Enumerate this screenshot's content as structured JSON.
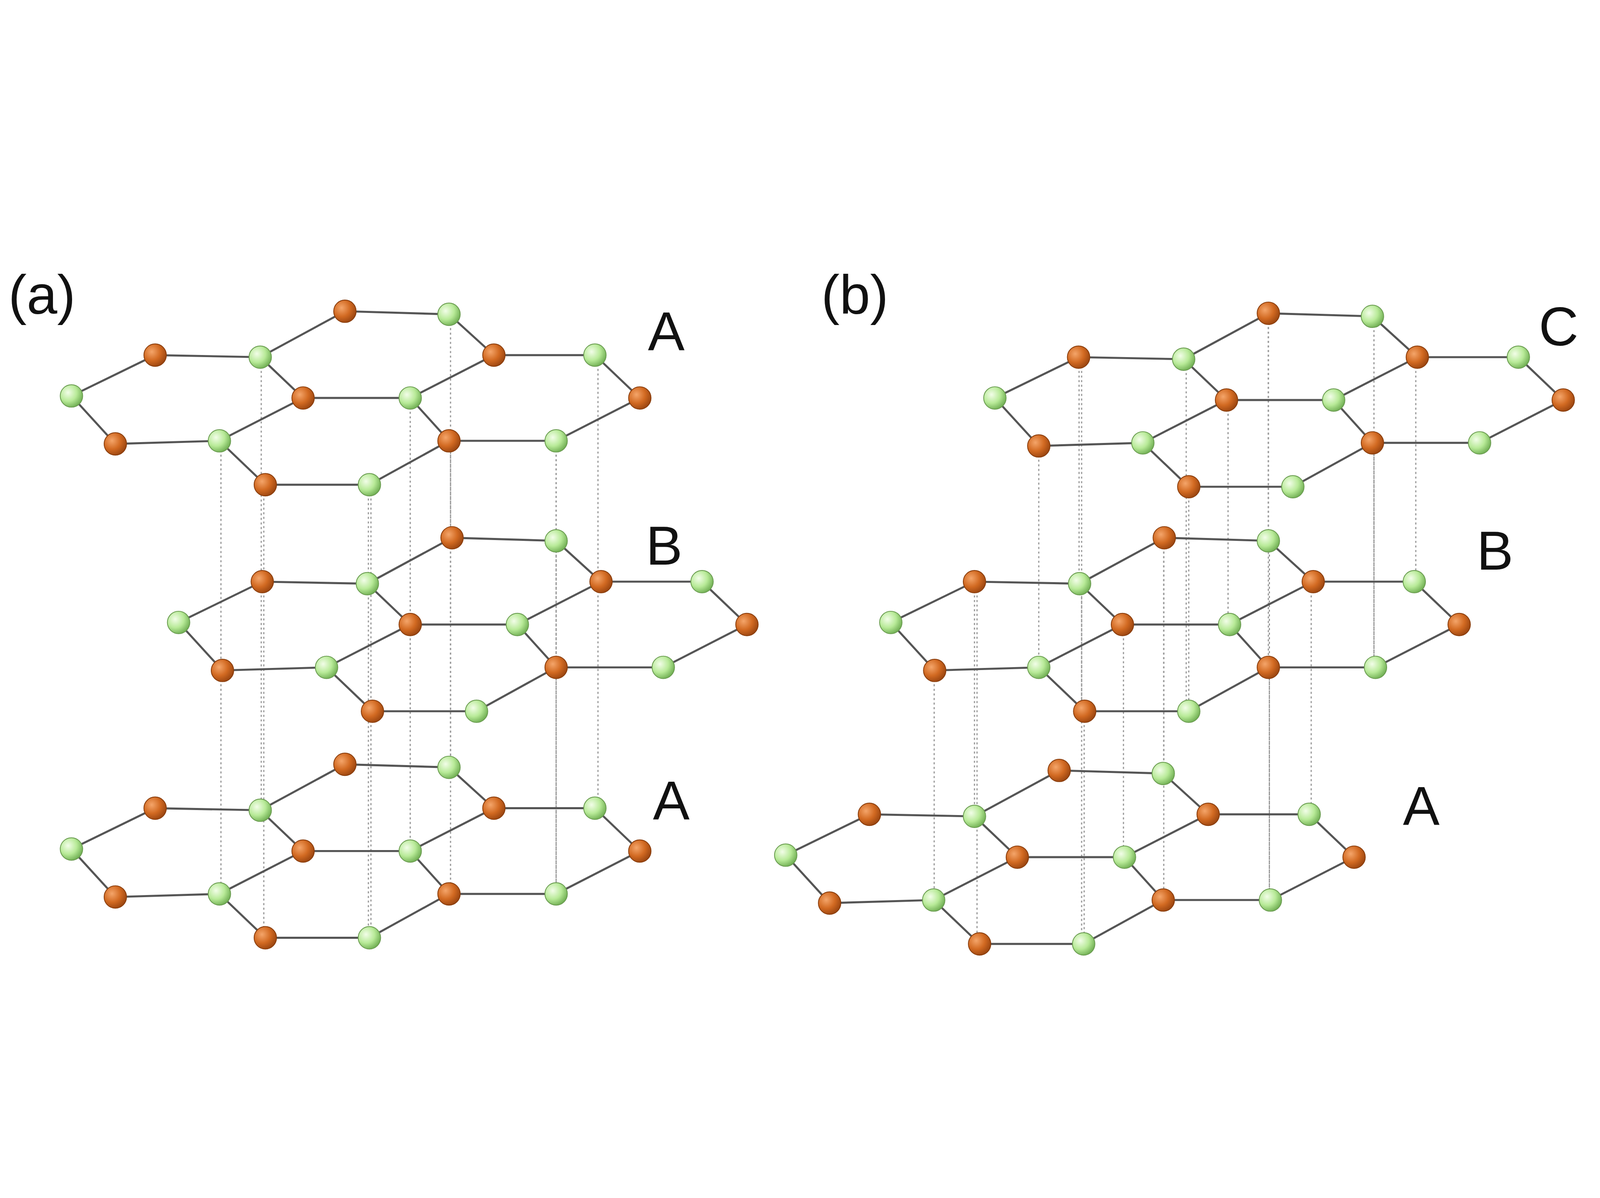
{
  "diagram": {
    "labels": [
      "(a)",
      "A",
      "B",
      "A",
      "(b)",
      "C",
      "B",
      "A"
    ]
  }
}
